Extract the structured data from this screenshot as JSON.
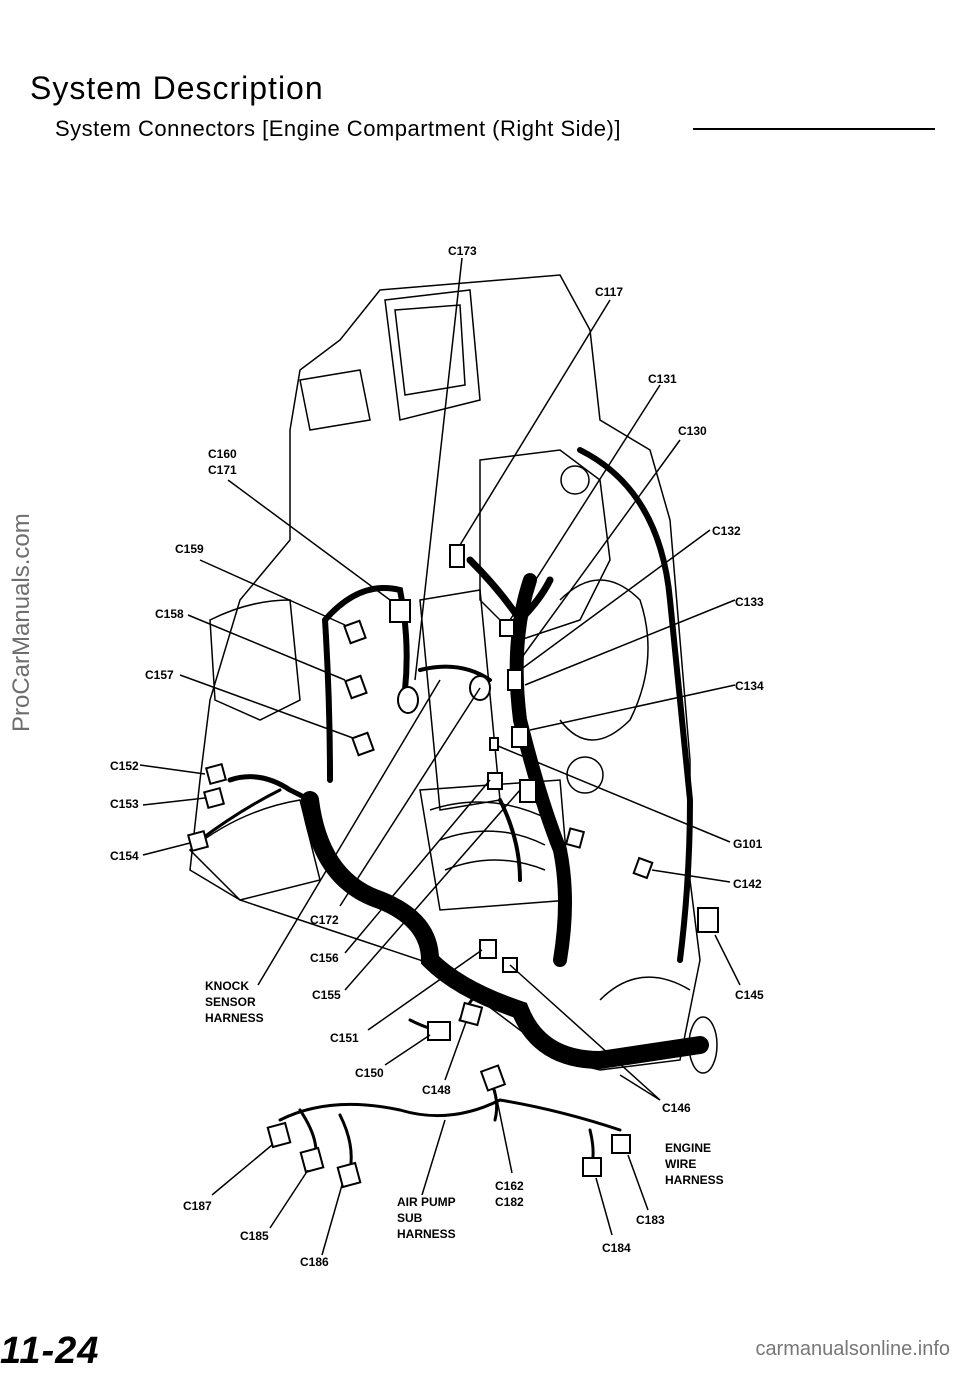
{
  "header": {
    "title": "System Description",
    "subtitle": "System Connectors [Engine Compartment (Right Side)]"
  },
  "labels": {
    "c173": "C173",
    "c117": "C117",
    "c131": "C131",
    "c130": "C130",
    "c160": "C160",
    "c171": "C171",
    "c132": "C132",
    "c159": "C159",
    "c133": "C133",
    "c158": "C158",
    "c157": "C157",
    "c134": "C134",
    "c152": "C152",
    "c153": "C153",
    "c154": "C154",
    "g101": "G101",
    "c142": "C142",
    "c172": "C172",
    "c156": "C156",
    "c155": "C155",
    "c145": "C145",
    "knock1": "KNOCK",
    "knock2": "SENSOR",
    "knock3": "HARNESS",
    "c151": "C151",
    "c150": "C150",
    "c148": "C148",
    "c146": "C146",
    "eng1": "ENGINE",
    "eng2": "WIRE",
    "eng3": "HARNESS",
    "c187": "C187",
    "c185": "C185",
    "c186": "C186",
    "air1": "AIR PUMP",
    "air2": "SUB",
    "air3": "HARNESS",
    "c162": "C162",
    "c182": "C182",
    "c183": "C183",
    "c184": "C184"
  },
  "footer": {
    "page_number": "11-24",
    "watermark_left": "ProCarManuals.com",
    "watermark_bottom": "carmanualsonline.info"
  }
}
